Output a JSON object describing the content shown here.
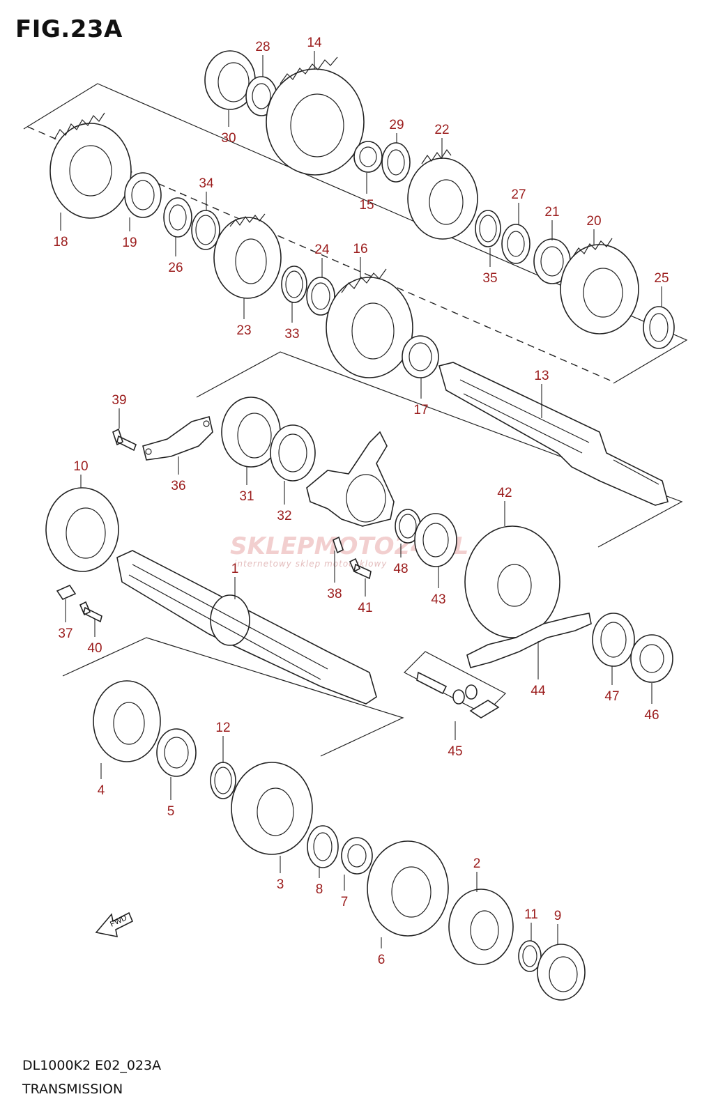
{
  "header": {
    "figure_title": "FIG.23A"
  },
  "footer": {
    "model_code": "DL1000K2 E02_023A",
    "section_name": "TRANSMISSION"
  },
  "watermark": {
    "brand": "SKLEPMOTO24.PL",
    "tagline": "internetowy sklep motocyklowy"
  },
  "fwd_label": "FWD",
  "colors": {
    "callout": "#9b1c1c",
    "line": "#222222",
    "watermark": "#e9a9a9"
  },
  "parts": [
    {
      "id": "1"
    },
    {
      "id": "2"
    },
    {
      "id": "3"
    },
    {
      "id": "4"
    },
    {
      "id": "5"
    },
    {
      "id": "6"
    },
    {
      "id": "7"
    },
    {
      "id": "8"
    },
    {
      "id": "9"
    },
    {
      "id": "10"
    },
    {
      "id": "11"
    },
    {
      "id": "12"
    },
    {
      "id": "13"
    },
    {
      "id": "14"
    },
    {
      "id": "15"
    },
    {
      "id": "16"
    },
    {
      "id": "17"
    },
    {
      "id": "18"
    },
    {
      "id": "19"
    },
    {
      "id": "20"
    },
    {
      "id": "21"
    },
    {
      "id": "22"
    },
    {
      "id": "23"
    },
    {
      "id": "24"
    },
    {
      "id": "25"
    },
    {
      "id": "26"
    },
    {
      "id": "27"
    },
    {
      "id": "28"
    },
    {
      "id": "29"
    },
    {
      "id": "30"
    },
    {
      "id": "31"
    },
    {
      "id": "32"
    },
    {
      "id": "33"
    },
    {
      "id": "34"
    },
    {
      "id": "35"
    },
    {
      "id": "36"
    },
    {
      "id": "37"
    },
    {
      "id": "38"
    },
    {
      "id": "39"
    },
    {
      "id": "40"
    },
    {
      "id": "41"
    },
    {
      "id": "42"
    },
    {
      "id": "43"
    },
    {
      "id": "44"
    },
    {
      "id": "45"
    },
    {
      "id": "46"
    },
    {
      "id": "47"
    },
    {
      "id": "48"
    }
  ]
}
